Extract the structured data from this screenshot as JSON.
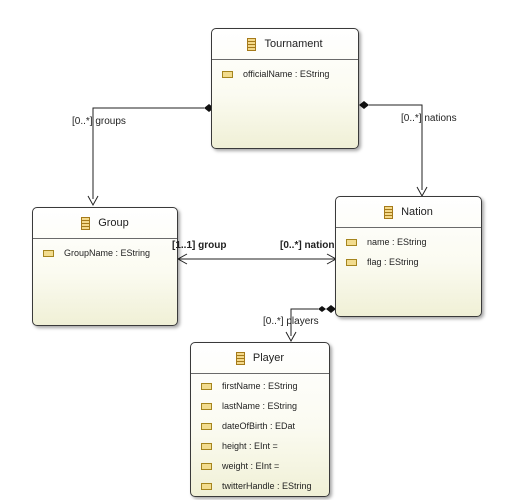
{
  "classes": {
    "tournament": {
      "name": "Tournament",
      "attributes": [
        "officialName : EString"
      ]
    },
    "group": {
      "name": "Group",
      "attributes": [
        "GroupName : EString"
      ]
    },
    "nation": {
      "name": "Nation",
      "attributes": [
        "name : EString",
        "flag : EString"
      ]
    },
    "player": {
      "name": "Player",
      "attributes": [
        "firstName : EString",
        "lastName : EString",
        "dateOfBirth : EDat",
        "height : EInt =",
        "weight : EInt =",
        "twitterHandle : EString"
      ]
    }
  },
  "associations": {
    "groups": "[0..*] groups",
    "nations": "[0..*] nations",
    "group_end": "[1..1] group",
    "nation_end": "[0..*] nation",
    "players": "[0..*] players"
  }
}
